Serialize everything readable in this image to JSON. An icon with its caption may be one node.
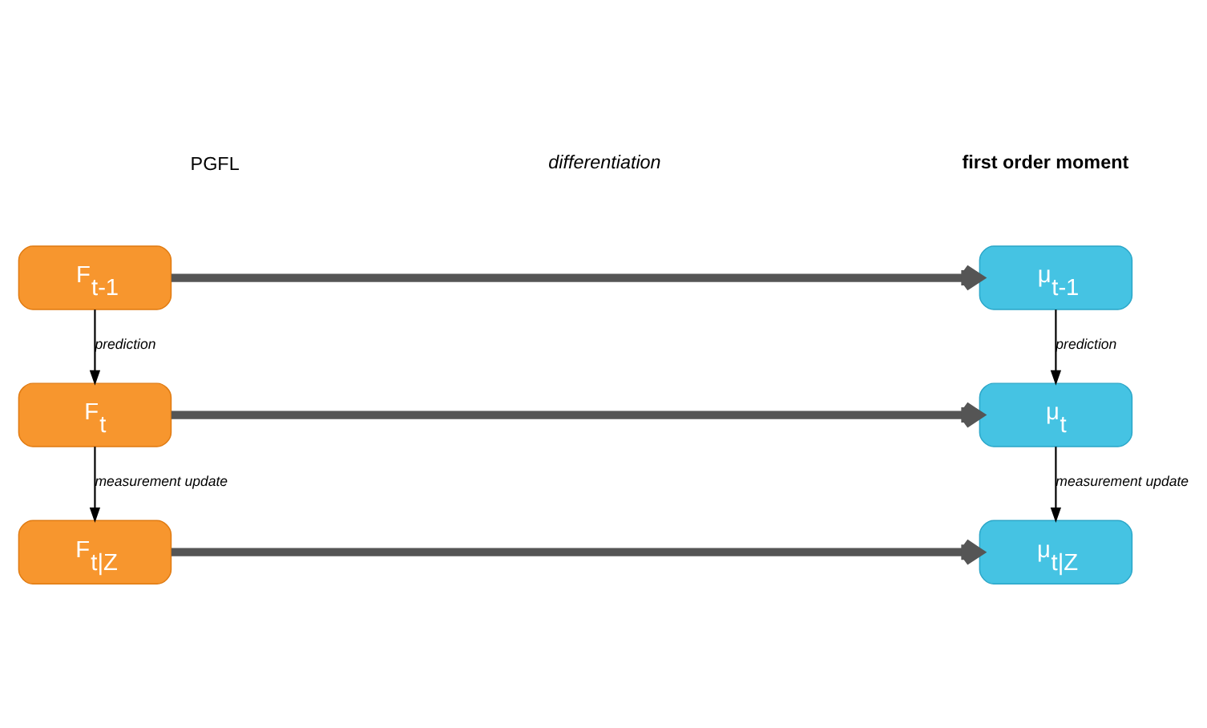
{
  "diagram": {
    "nodes": [
      {
        "text": [
          "F$_{t-1}$"
        ]
      },
      {
        "text": [
          "F$_{t}$"
        ]
      },
      {
        "text": [
          "F$_{t|Z}$"
        ]
      },
      {
        "text": [
          "μ$_{t-1}$"
        ]
      },
      {
        "text": [
          "μ$_{t}$"
        ]
      },
      {
        "text": [
          "μ$_{t|Z}$"
        ]
      }
    ],
    "edges": [
      {
        "from": 0,
        "to": 1,
        "arrow": "to",
        "label": "prediction"
      },
      {
        "from": 1,
        "to": 2,
        "arrow": "to",
        "label": "measurement update"
      },
      {
        "from": 3,
        "to": 4,
        "arrow": "to",
        "label": "prediction"
      },
      {
        "from": 4,
        "to": 5,
        "arrow": "to",
        "label": "measurement update"
      },
      {
        "from": 0,
        "to": 3,
        "arrow": "to",
        "style": "thick",
        "color": "#555555"
      },
      {
        "from": 1,
        "to": 4,
        "arrow": "to",
        "style": "thick",
        "color": "#555555"
      },
      {
        "from": 2,
        "to": 5,
        "arrow": "to",
        "style": "thick",
        "color": "#555555"
      }
    ],
    "labels": [
      "PGFL",
      "differentiation",
      "first order moment"
    ]
  }
}
